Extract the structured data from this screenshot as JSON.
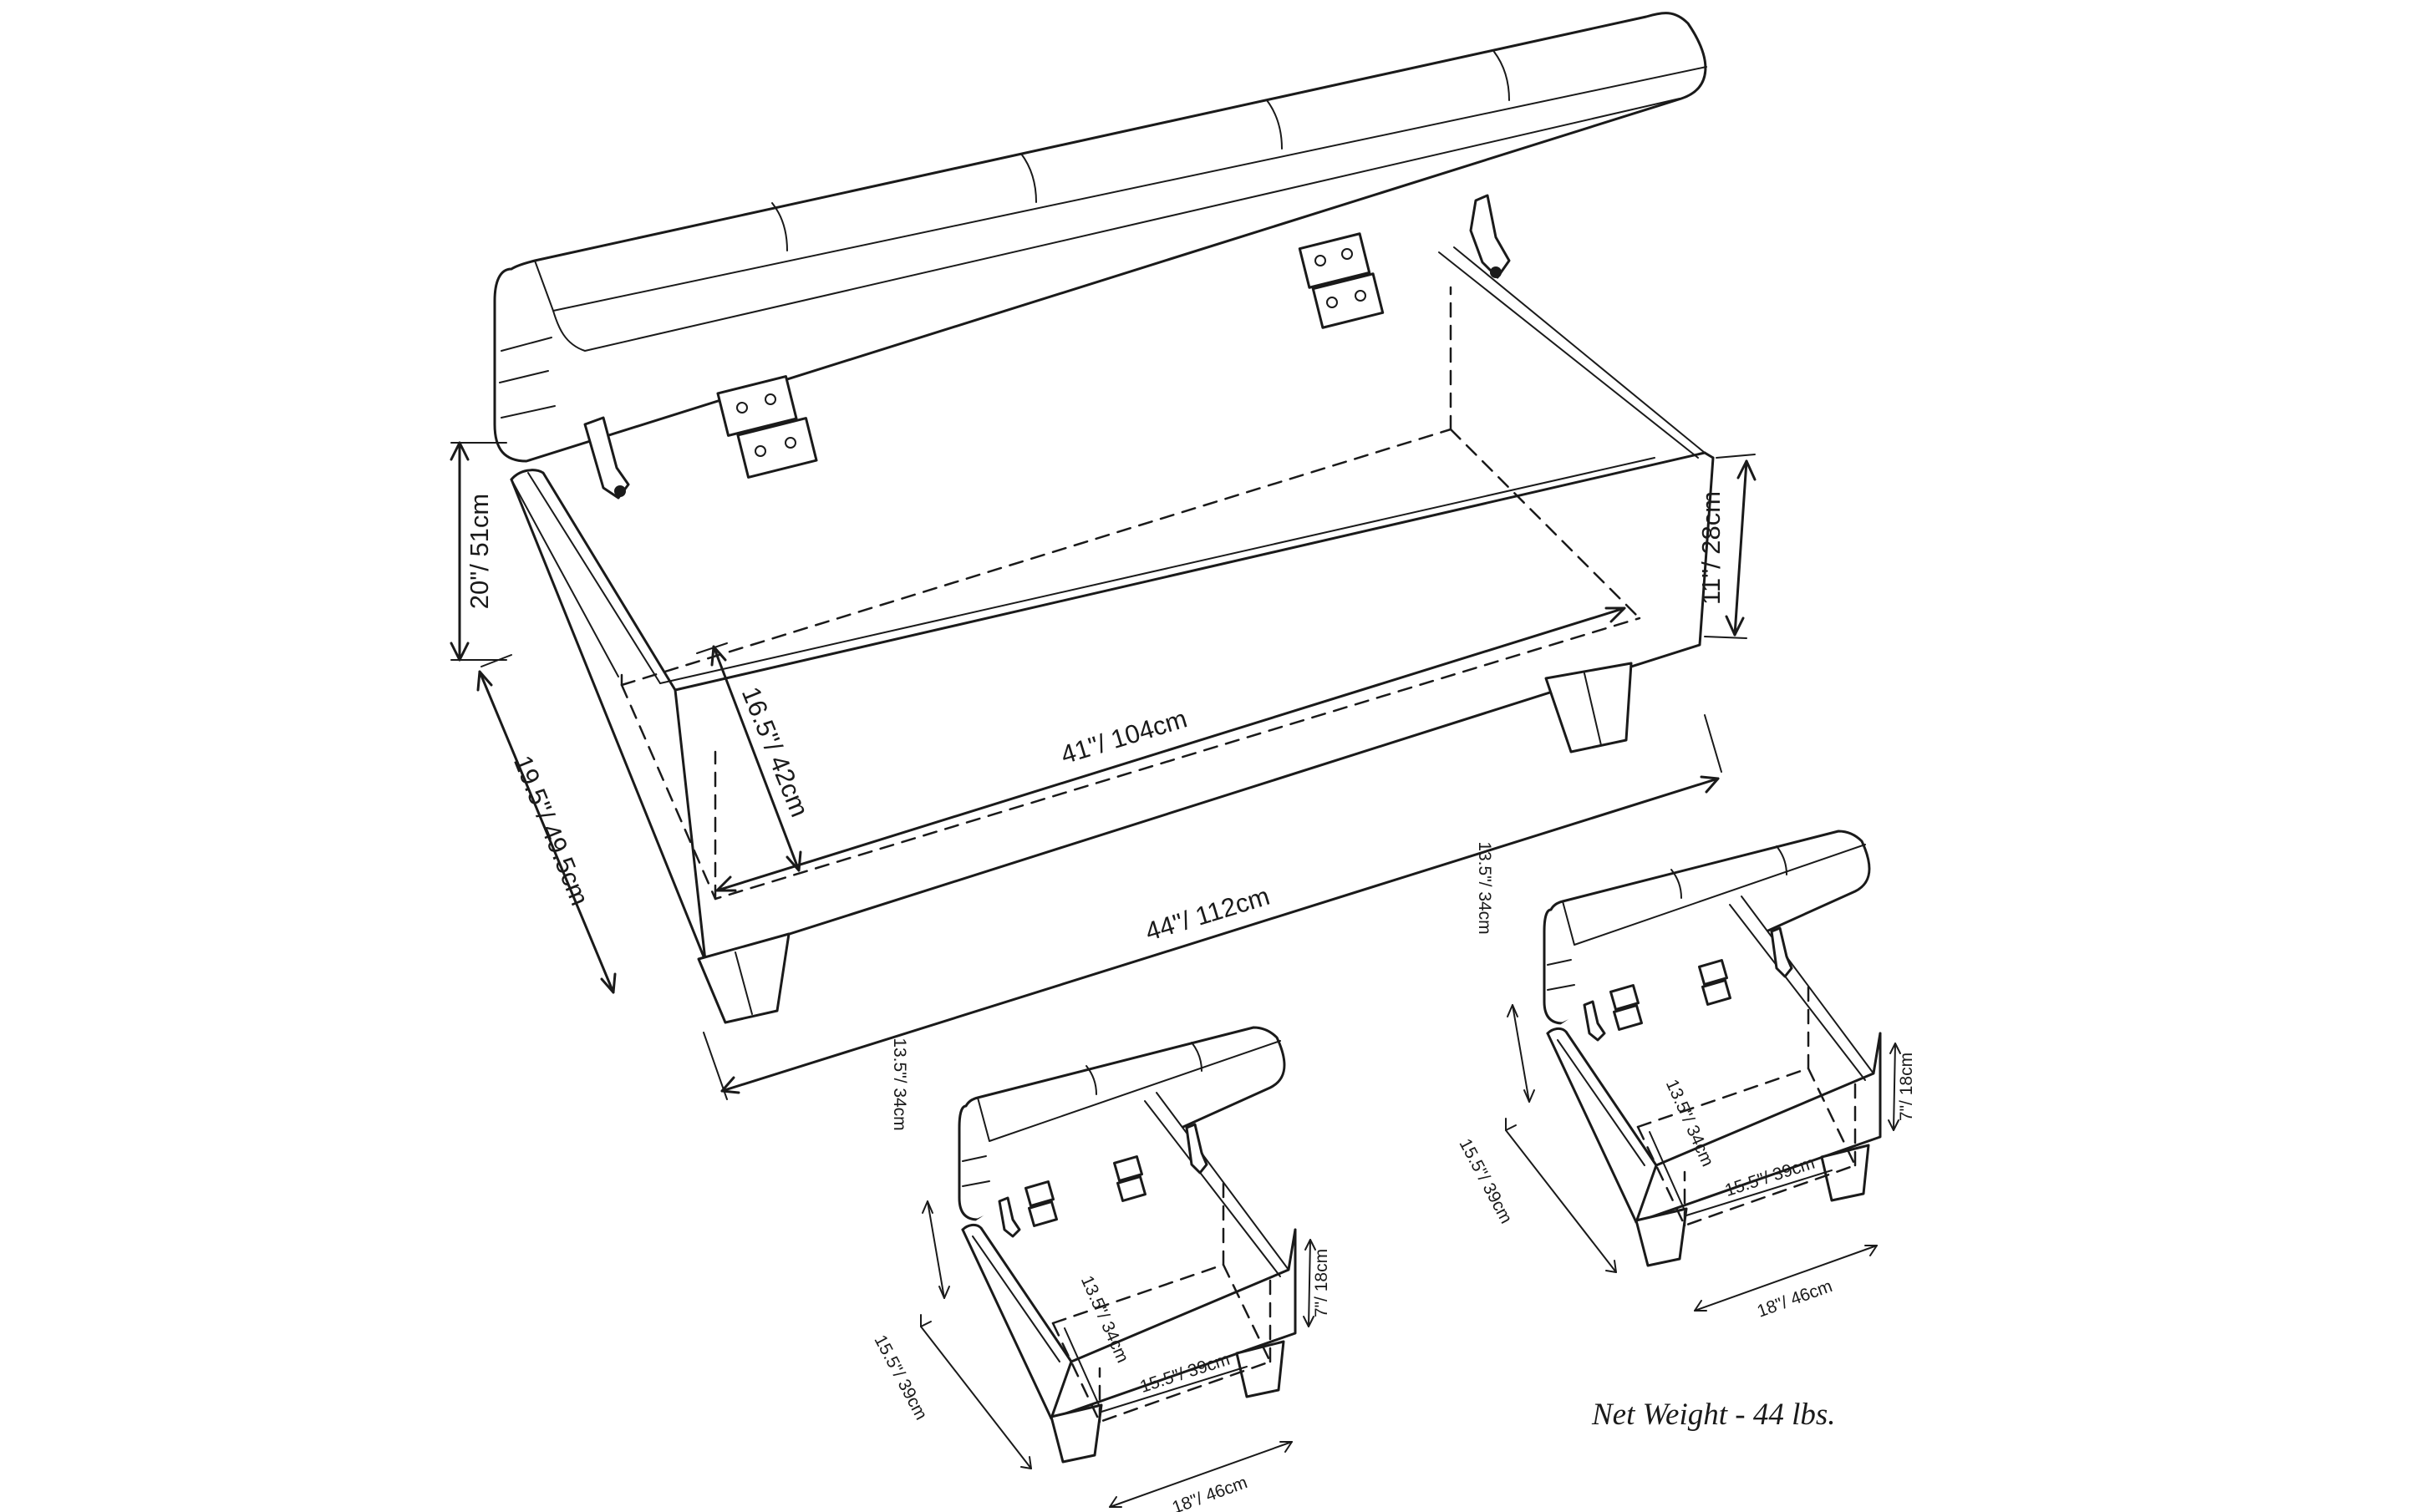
{
  "diagram": {
    "bench": {
      "dimensions": {
        "lid_height": "20\"/ 51cm",
        "depth_inner": "16.5\"/ 42cm",
        "depth_outer": "19.5\"/ 49.5cm",
        "width_inner": "41\"/ 104cm",
        "width_outer": "44\"/ 112cm",
        "box_height": "11\"/ 28cm"
      }
    },
    "ottoman_left": {
      "dimensions": {
        "lid_height": "13.5\"/ 34cm",
        "depth_outer": "15.5\"/ 39cm",
        "depth_inner": "13.5\"/ 34cm",
        "width_inner": "15.5\"/ 39cm",
        "width_outer": "18\"/ 46cm",
        "box_height": "7\"/ 18cm"
      }
    },
    "ottoman_right": {
      "dimensions": {
        "lid_height": "13.5\"/ 34cm",
        "depth_outer": "15.5\"/ 39cm",
        "depth_inner": "13.5\"/ 34cm",
        "width_inner": "15.5\"/ 39cm",
        "width_outer": "18\"/ 46cm",
        "box_height": "7\"/ 18cm"
      }
    },
    "net_weight": "Net Weight - 44 lbs."
  }
}
